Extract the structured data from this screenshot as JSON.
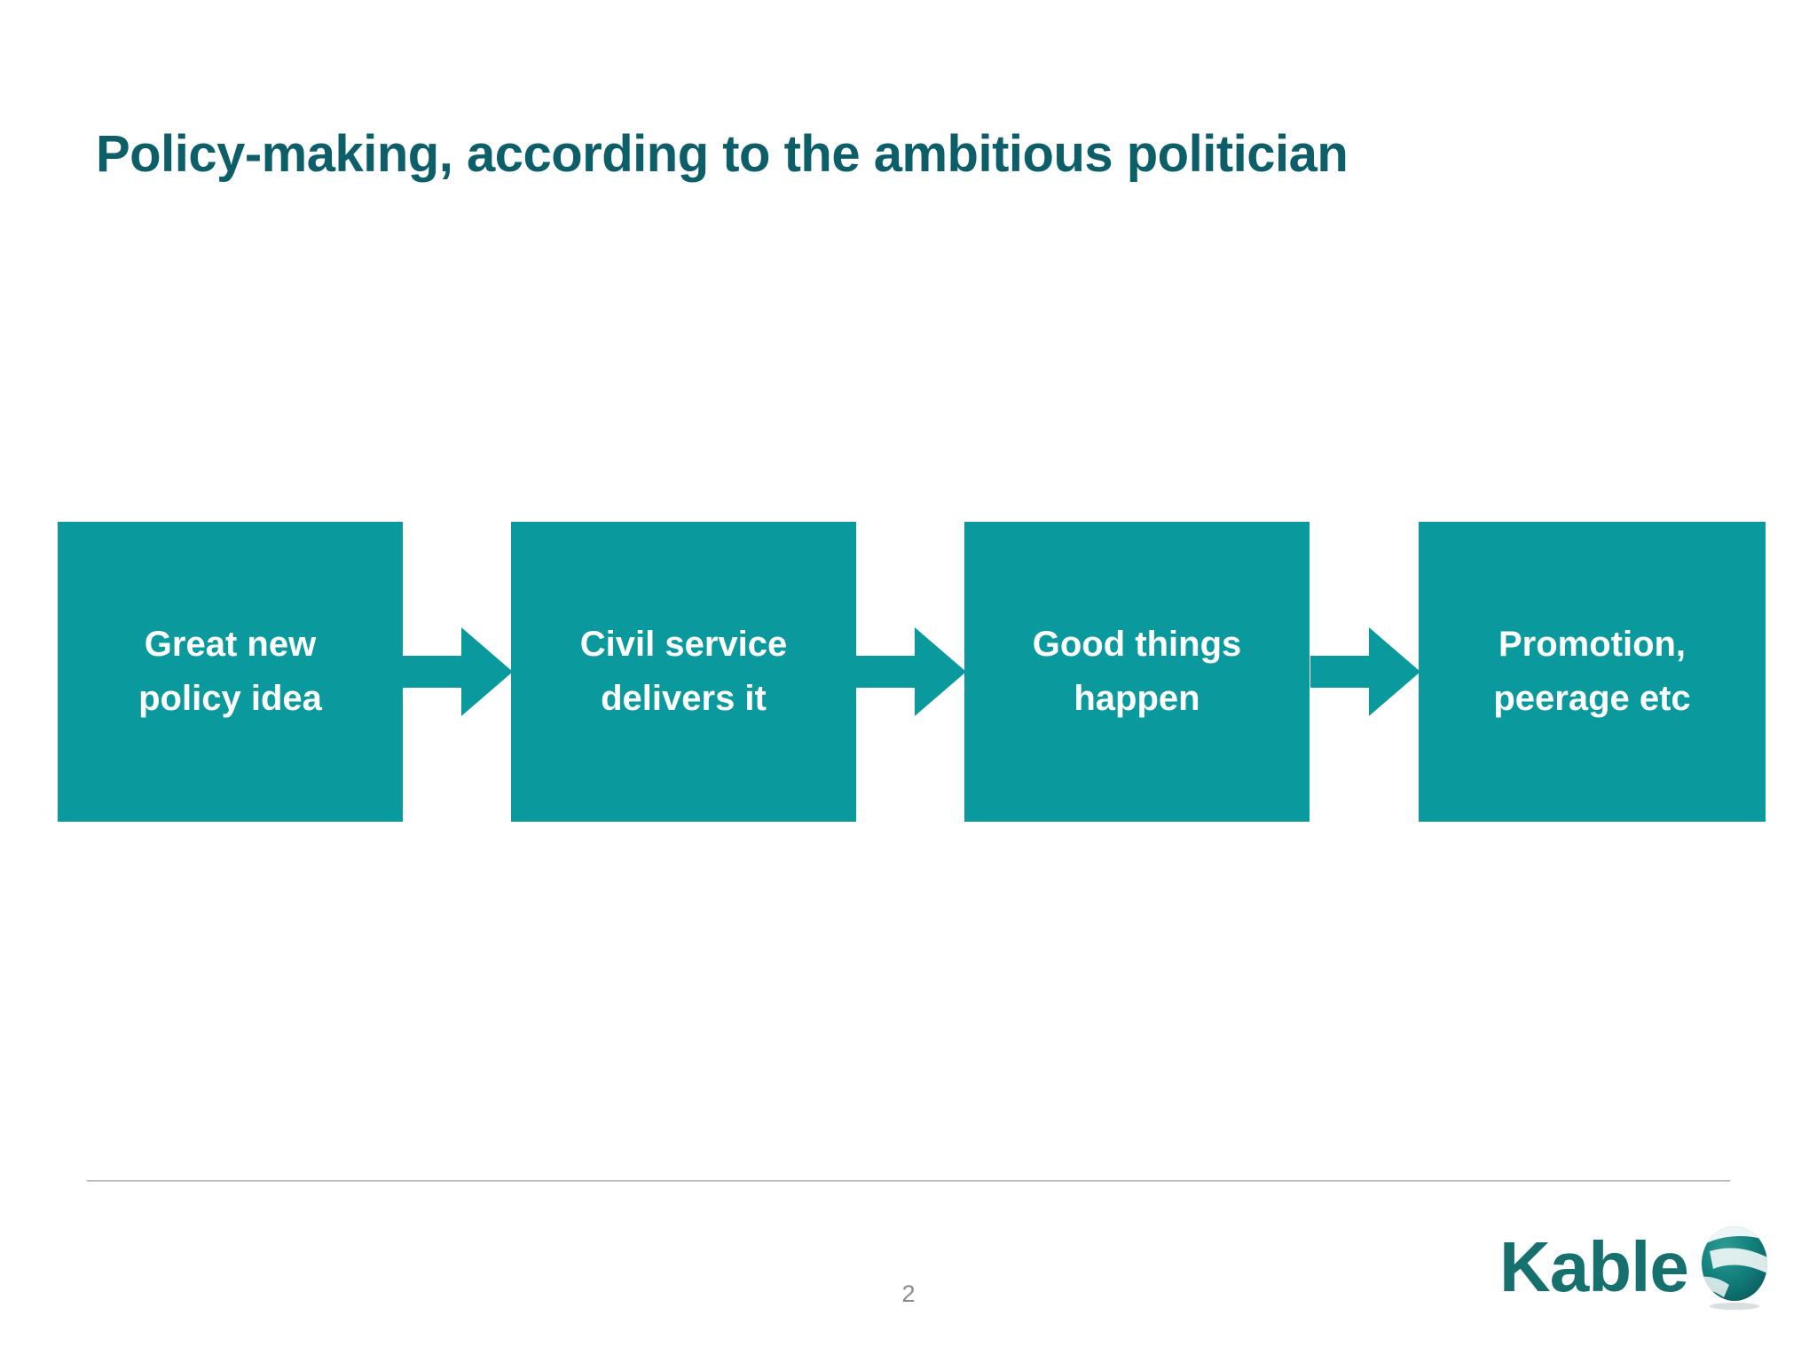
{
  "slide": {
    "title": "Policy-making, according to the ambitious politician",
    "background_color": "#ffffff",
    "title_color": "#0c5f68"
  },
  "flow": {
    "box_color": "#0a9a9e",
    "box_text_color": "#ffffff",
    "arrow_color": "#0a9a9e",
    "boxes": [
      {
        "label": "Great new\npolicy idea"
      },
      {
        "label": "Civil service\ndelivers it"
      },
      {
        "label": "Good things\nhappen"
      },
      {
        "label": "Promotion,\npeerage etc"
      }
    ],
    "arrows": [
      {
        "name": "arrow-1",
        "from": "Great new policy idea",
        "to": "Civil service delivers it"
      },
      {
        "name": "arrow-2",
        "from": "Civil service delivers it",
        "to": "Good things happen"
      },
      {
        "name": "arrow-3",
        "from": "Good things happen",
        "to": "Promotion, peerage etc"
      }
    ]
  },
  "footer": {
    "page_number": "2",
    "page_number_color": "#8b8b90",
    "rule_color": "#a9a9ae",
    "logo_text": "Kable",
    "logo_color": "#16706e",
    "logo_mark": "globe-icon"
  }
}
